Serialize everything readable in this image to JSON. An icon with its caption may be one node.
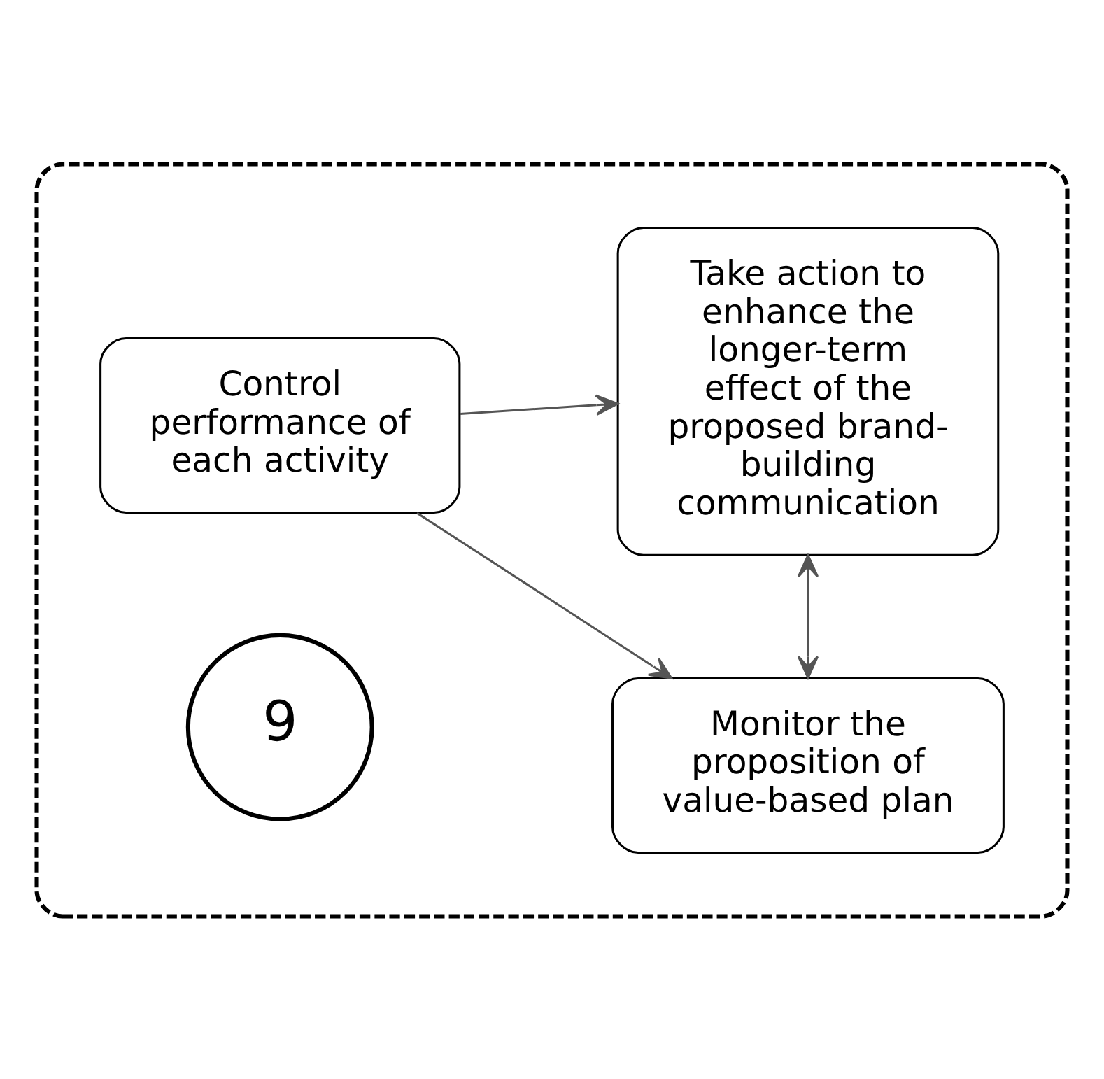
{
  "diagram": {
    "nodes": [
      {
        "text": [],
        "shape": "box"
      },
      {
        "text": [
          "9"
        ],
        "in": 0
      },
      {
        "text": [
          "Monitor the proposition of value-based plan"
        ],
        "in": 0
      },
      {
        "text": [
          "Control performance of each activity"
        ],
        "in": 0
      },
      {
        "text": [
          "Take action to enhance the longer-term effect of the proposed brand-building communication"
        ],
        "in": 0
      }
    ],
    "edges": [
      {
        "from": 3,
        "to": 2,
        "arrow": "to"
      },
      {
        "from": 3,
        "to": 4,
        "arrow": "to"
      },
      {
        "from": 2,
        "to": 4,
        "arrow": "both"
      }
    ]
  }
}
